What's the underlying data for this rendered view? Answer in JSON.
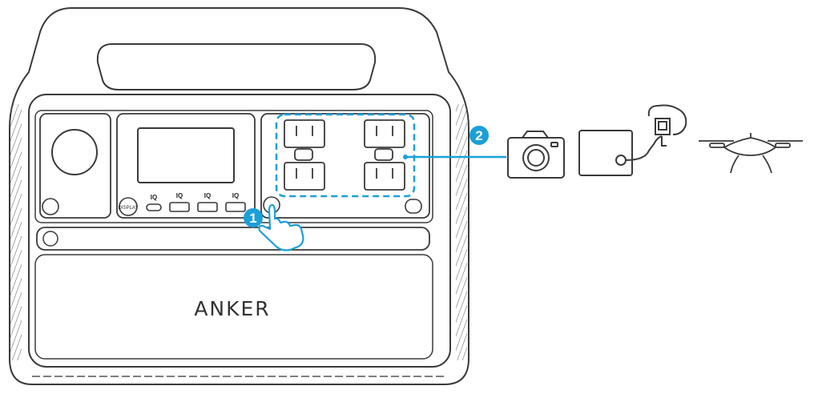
{
  "device": {
    "brand": "ANKER",
    "display_button_label": "DISPLAY",
    "usb_port_labels": [
      "IQ",
      "IQ",
      "IQ",
      "IQ"
    ]
  },
  "steps": [
    {
      "number": "1",
      "target": "ac-power-button"
    },
    {
      "number": "2",
      "target": "ac-outlets"
    }
  ],
  "devices_connected": [
    "camera-icon",
    "laptop-charger-icon",
    "drone-icon"
  ],
  "colors": {
    "accent": "#1aa0d8",
    "outline": "#3a3a3a",
    "background": "#ffffff"
  }
}
